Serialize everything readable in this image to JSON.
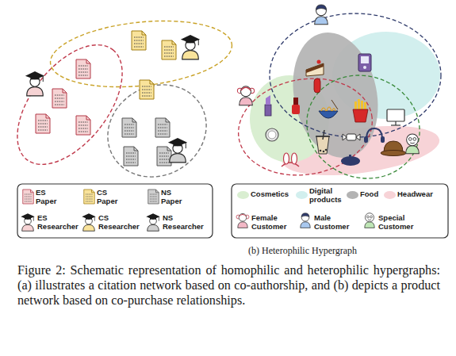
{
  "diagram": {
    "caption": "Figure 2: Schematic representation of homophilic and heterophilic hypergraphs: (a) illustrates a citation network based on co-authorship, and (b) depicts a product network based on co-purchase relationships.",
    "labels": [
      "(b) Heterophilic Hypergraph"
    ],
    "legend": [
      {
        "text": "ES Paper"
      },
      {
        "text": "CS Paper"
      },
      {
        "text": "NS Paper"
      },
      {
        "text": "ES Researcher"
      },
      {
        "text": "CS Researcher"
      },
      {
        "text": "NS Researcher"
      },
      {
        "text": "Cosmetics",
        "color": "#d9eed1"
      },
      {
        "text": "Digital products",
        "color": "#d2efee"
      },
      {
        "text": "Food",
        "color": "#b3b3b3"
      },
      {
        "text": "Headwear",
        "color": "#f7d3d7"
      },
      {
        "text": "Female Customer"
      },
      {
        "text": "Male Customer"
      },
      {
        "text": "Special Customer"
      }
    ]
  }
}
